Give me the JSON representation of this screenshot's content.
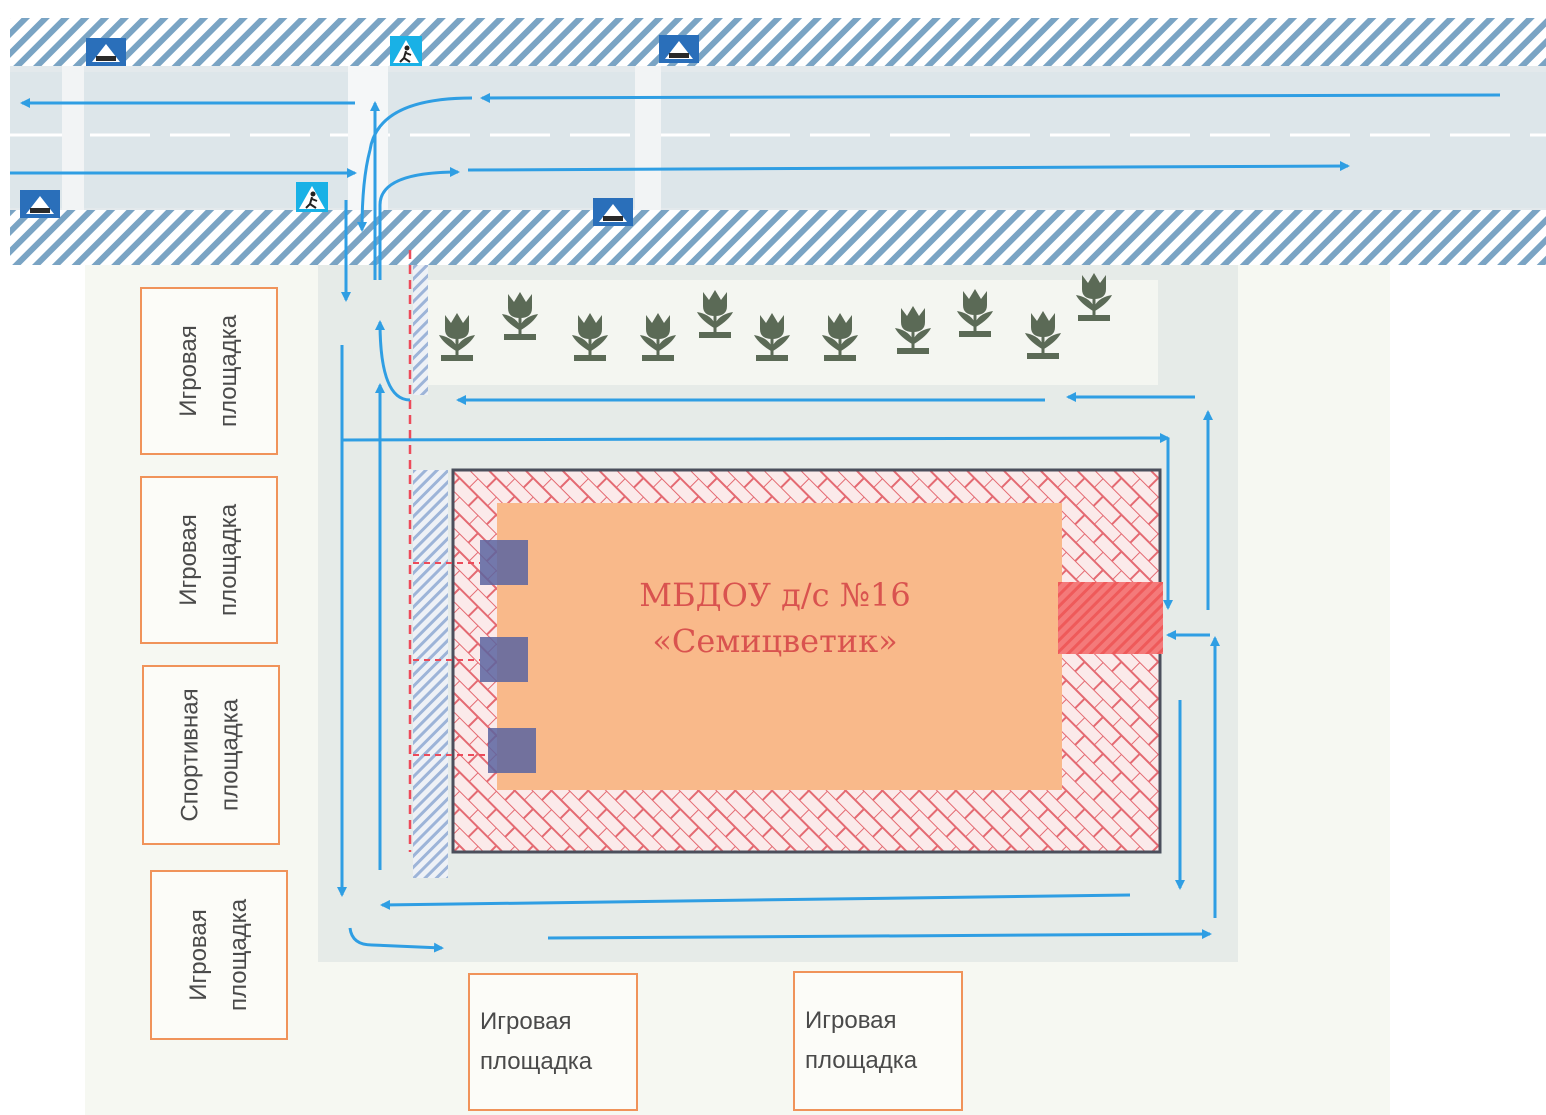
{
  "building": {
    "name_line1": "МБДОУ д/с №16",
    "name_line2": "«Семицветик»"
  },
  "zones": [
    {
      "id": "zone-1",
      "line1": "Игровая",
      "line2": "площадка"
    },
    {
      "id": "zone-2",
      "line1": "Игровая",
      "line2": "площадка"
    },
    {
      "id": "zone-3",
      "line1": "Спортивная",
      "line2": "площадка"
    },
    {
      "id": "zone-4",
      "line1": "Игровая",
      "line2": "площадка"
    },
    {
      "id": "zone-5",
      "line1": "Игровая",
      "line2": "площадка"
    },
    {
      "id": "zone-6",
      "line1": "Игровая",
      "line2": "площадка"
    }
  ],
  "signs": {
    "speed_bump": {
      "icon": "speed-bump-sign-icon",
      "count": 4
    },
    "crosswalk": {
      "icon": "pedestrian-crossing-sign-icon",
      "count": 2
    }
  },
  "flowers": {
    "icon": "tulip-icon",
    "count": 11
  },
  "colors": {
    "road": "#dde6ea",
    "hatch": "#6f9fc0",
    "arrow": "#2f9ee3",
    "building": "#f9b98a",
    "building_text": "#d9534f",
    "entrance": "#f26c6c",
    "door": "#5a64a0",
    "fence": "#ec4b5a",
    "zone_border": "#f0935a",
    "yard": "#f4f6f1",
    "path": "#e8ecea"
  }
}
